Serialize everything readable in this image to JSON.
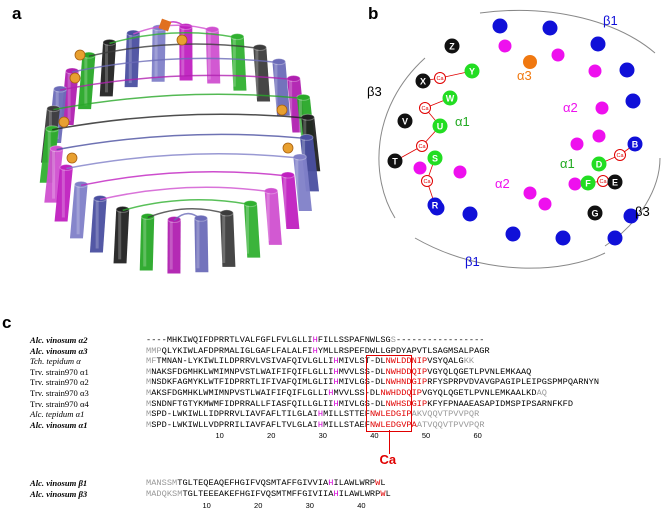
{
  "figure": {
    "panel_a": {
      "letter": "a"
    },
    "panel_b": {
      "letter": "b",
      "labels": {
        "beta1_top": "β1",
        "beta1_bottom": "β1",
        "beta3_left": "β3",
        "beta3_right": "β3",
        "alpha3": "α3",
        "alpha2_upper": "α2",
        "alpha2_lower": "α2",
        "alpha1_left": "α1",
        "alpha1_right": "α1"
      },
      "subunit_letters": [
        "Z",
        "Y",
        "X",
        "W",
        "V",
        "U",
        "T",
        "S",
        "R",
        "B",
        "D",
        "E",
        "F",
        "G"
      ],
      "ca_label": "Ca",
      "colors": {
        "beta1": "#1010d8",
        "alpha2": "#ee10ee",
        "alpha1": "#22dd22",
        "alpha3": "#f07810",
        "black": "#111111",
        "ca": "#e00000"
      }
    },
    "panel_c": {
      "letter": "c",
      "rows": [
        {
          "name": "Alc. vinosum α2",
          "style": "bold",
          "seq_pre": "----MHKIWQIFDPRRTLVALFGFLFVLGLLI",
          "seq_h": "H",
          "seq_post": "FILLSSPAFNWLSG",
          "seq_grey": "S",
          "seq_tail": "-----------------"
        },
        {
          "name": "Alc. vinosum α3",
          "style": "bold",
          "seq_grey_pre": "MMP",
          "seq_pre": "QLYKIWLAFDPRMALIGLGAFLFALALFI",
          "seq_h": "H",
          "seq_post": "YMLLRSPEFDWLLGPDYAPVTLSAGMSALPAGR"
        },
        {
          "name": "Tch. tepidum α",
          "style": "it",
          "seq_grey_pre": "MF",
          "seq_pre": "TMNAN-LYKIWLILDPRRVLVSIVAFQIVLGLLI",
          "seq_h": "H",
          "seq_post": "MIVLST-DL",
          "seq_red": "NWLDDNIP",
          "seq_post2": "VSYQALG",
          "seq_grey": "KK"
        },
        {
          "name": "Trv. strain970 α1",
          "style": "plain",
          "seq_grey_pre": "M",
          "seq_pre": "NAKSFDGMHKLWMIMNPVSTLWAIFIFQIFLGLLI",
          "seq_h": "H",
          "seq_post": "MVVLSS-DL",
          "seq_red": "NWHDDQIP",
          "seq_post2": "VGYQLQGETLPVNLEMKAAQ"
        },
        {
          "name": "Trv. strain970 α2",
          "style": "plain",
          "seq_grey_pre": "M",
          "seq_pre": "NSDKFAGMYKLWTFIDPRRTLIFIVAFQIMLGLII",
          "seq_h": "H",
          "seq_post": "MIVLGS-DL",
          "seq_red": "NWHNDGIP",
          "seq_post2": "RFYSPRPVDVAVGPAGIPLEIPGSPMPQARNYN"
        },
        {
          "name": "Trv. strain970 α3",
          "style": "plain",
          "seq_grey_pre": "M",
          "seq_pre": "AKSFDGMHKLWMIMNPVSTLWAIFIFQIFLGLLI",
          "seq_h": "H",
          "seq_post": "MVVLSS-DL",
          "seq_red": "NWHDDQIP",
          "seq_post2": "VGYQLQGETLPVNLEMKAALKD",
          "seq_grey": "AQ"
        },
        {
          "name": "Trv. strain970 α4",
          "style": "plain",
          "seq_grey_pre": "M",
          "seq_pre": "SNDNFTGTYKMWMFIDPRRALLFIASFQILLGLII",
          "seq_h": "H",
          "seq_post": "MIVLGS-DL",
          "seq_red": "NWHSDGIP",
          "seq_post2": "KFYFPNAAEASAPIDMSPIPSARNFKFD"
        },
        {
          "name": "Alc. tepidum α1",
          "style": "it",
          "seq_grey_pre": "M",
          "seq_pre": "SPD-LWKIWLLIDPRRVLIAVFAFLTILGLAI",
          "seq_h": "H",
          "seq_post": "MILLSTTEF",
          "seq_red": "NWLEDGIP",
          "seq_grey": "AKVQQVTPVVPQR"
        },
        {
          "name": "Alc. vinosum α1",
          "style": "bold",
          "seq_grey_pre": "M",
          "seq_pre": "SPD-LWKIWLLVDPRRILIAVFAFLTVLGLAI",
          "seq_h": "H",
          "seq_post": "MILLSTAEF",
          "seq_red": "NWLEDGVPA",
          "seq_grey": "ATVQQVTPVVPQR"
        }
      ],
      "ruler1": [
        "10",
        "20",
        "30",
        "40",
        "50",
        "60"
      ],
      "ca_label": "Ca",
      "beta_rows": [
        {
          "name": "Alc. vinosum β1",
          "seq_grey_pre": "MANSSM",
          "seq_pre": "TGLTEQEAQEFHGIFVQSMTAFFGIVVIA",
          "seq_h": "H",
          "seq_post": "ILAWLWRP",
          "seq_red": "W",
          "seq_end": "L"
        },
        {
          "name": "Alc. vinosum β3",
          "seq_grey_pre": "MADQKSM",
          "seq_pre": "TGLTEEEAKEFHGIFVQSMTMFFGIVIIA",
          "seq_h": "H",
          "seq_post": "ILAWLWRP",
          "seq_red": "W",
          "seq_end": "L"
        }
      ],
      "ruler2": [
        "10",
        "20",
        "30",
        "40"
      ]
    }
  }
}
